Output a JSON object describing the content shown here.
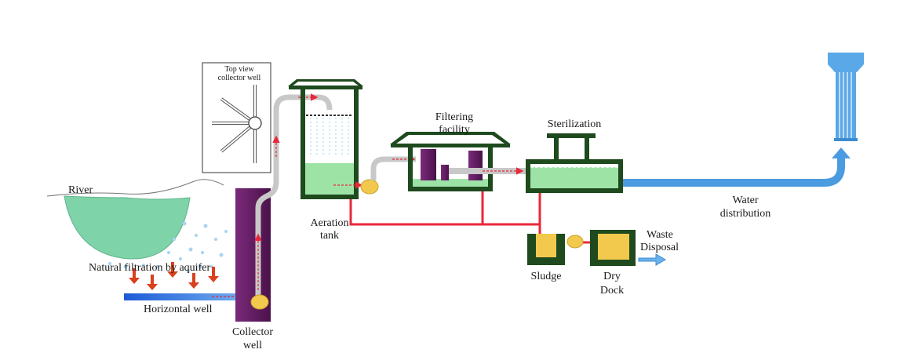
{
  "labels": {
    "river": "River",
    "top_view_line1": "Top view",
    "top_view_line2": "collector well",
    "natural_filtration": "Natural filtration by aquifer",
    "horizontal_well": "Horizontal well",
    "collector_well_line1": "Collector",
    "collector_well_line2": "well",
    "aeration_line1": "Aeration",
    "aeration_line2": "tank",
    "filtering_line1": "Filtering",
    "filtering_line2": "facility",
    "sterilization": "Sterilization",
    "water_distribution_line1": "Water",
    "water_distribution_line2": "distribution",
    "sludge": "Sludge",
    "dry_dock_line1": "Dry",
    "dry_dock_line2": "Dock",
    "waste_disposal_line1": "Waste",
    "waste_disposal_line2": "Disposal"
  },
  "colors": {
    "building_green": "#1e4a1e",
    "tank_water": "#9ee3a6",
    "river_water": "#7fd3a8",
    "collector_purple": "#5c1a5c",
    "pipe_gray": "#c8c8c8",
    "pipe_blue": "#4a9be0",
    "flow_red": "#e8283a",
    "pump_yellow": "#f2c94c",
    "arrow_orange": "#d9401e"
  }
}
